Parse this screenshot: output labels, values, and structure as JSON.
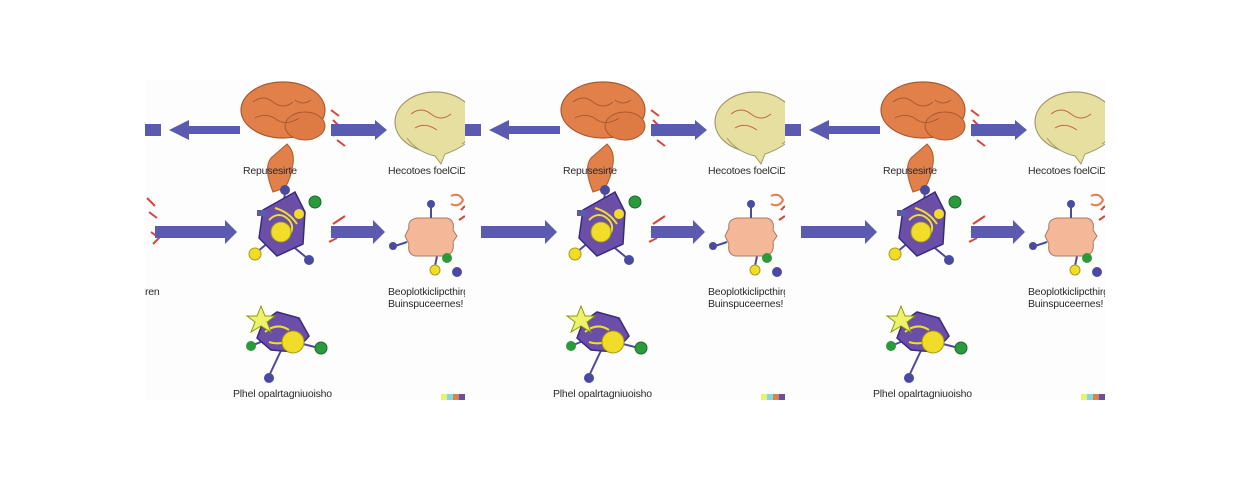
{
  "diagram": {
    "panels": [
      {
        "brain_left_label": "Repusesirte",
        "brain_right_label": "Hecotoes foelCiD",
        "cut_left_label": "ren",
        "cell_right_label_line1": "Beoplotkiclipcthirgen",
        "cell_right_label_line2": "Buinspuceernes!",
        "molecule_label": "Plhel opalrtagniuoisho"
      },
      {
        "brain_left_label": "Repusesirte",
        "brain_right_label": "Hecotoes foelCiD",
        "cut_left_label": "",
        "cell_right_label_line1": "Beoplotkiclipcthirgen",
        "cell_right_label_line2": "Buinspuceernes!",
        "molecule_label": "Plhel opalrtagniuoisho"
      },
      {
        "brain_left_label": "Repusesirte",
        "brain_right_label": "Hecotoes foelCiD",
        "cut_left_label": "",
        "cell_right_label_line1": "Beoplotkiclipcthirgen",
        "cell_right_label_line2": "Buinspuceernes!",
        "molecule_label": "Plhel opalrtagniuoisho"
      }
    ],
    "colors": {
      "orange_brain": "#e2804a",
      "pale_brain": "#e6dfa0",
      "arrow_blue": "#5a5ab0",
      "cell_purple": "#6a4ea8",
      "node_yellow": "#f2dc2a",
      "node_green": "#2a9a3a",
      "node_blue": "#4a4aa0",
      "cell_peach": "#f4b898",
      "red_mark": "#d8453a",
      "star_yellow": "#eef26a"
    }
  }
}
